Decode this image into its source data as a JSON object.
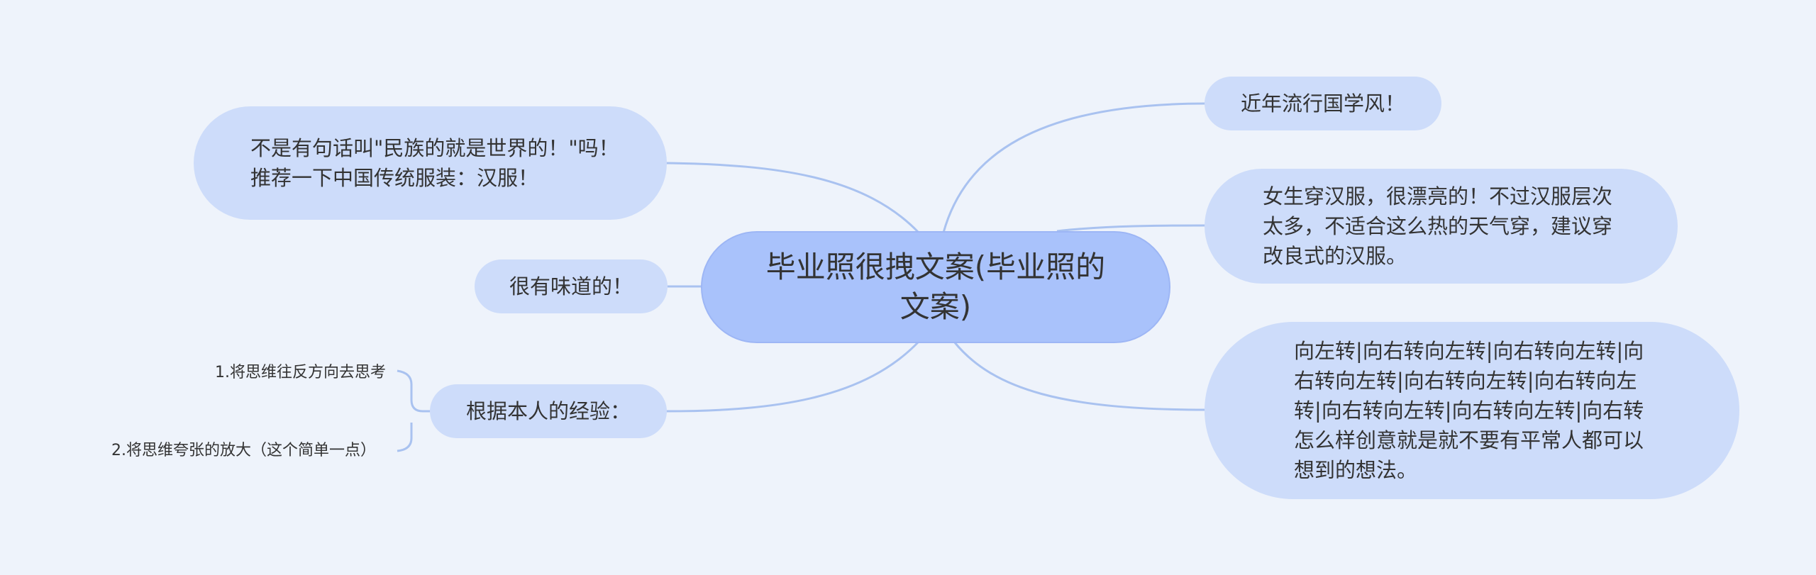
{
  "mindmap": {
    "root": "毕业照很拽文案(毕业照的文案)",
    "left": {
      "node1": "不是有句话叫\"民族的就是世界的！\"吗！推荐一下中国传统服装：汉服！",
      "node2": "很有味道的！",
      "node3": "根据本人的经验：",
      "node3_children": [
        "1.将思维往反方向去思考",
        "2.将思维夸张的放大（这个简单一点）"
      ]
    },
    "right": {
      "node1": "近年流行国学风！",
      "node2": "女生穿汉服，很漂亮的！不过汉服层次太多，不适合这么热的天气穿，建议穿改良式的汉服。",
      "node3": "向左转|向右转向左转|向右转向左转|向右转向左转|向右转向左转|向右转向左转|向右转向左转|向右转向左转|向右转怎么样创意就是就不要有平常人都可以想到的想法。"
    }
  },
  "colors": {
    "background": "#eef3fb",
    "root_fill": "#a9c2fb",
    "node_fill": "#cddcfa",
    "connector": "#a9c2f0",
    "text": "#333333"
  }
}
